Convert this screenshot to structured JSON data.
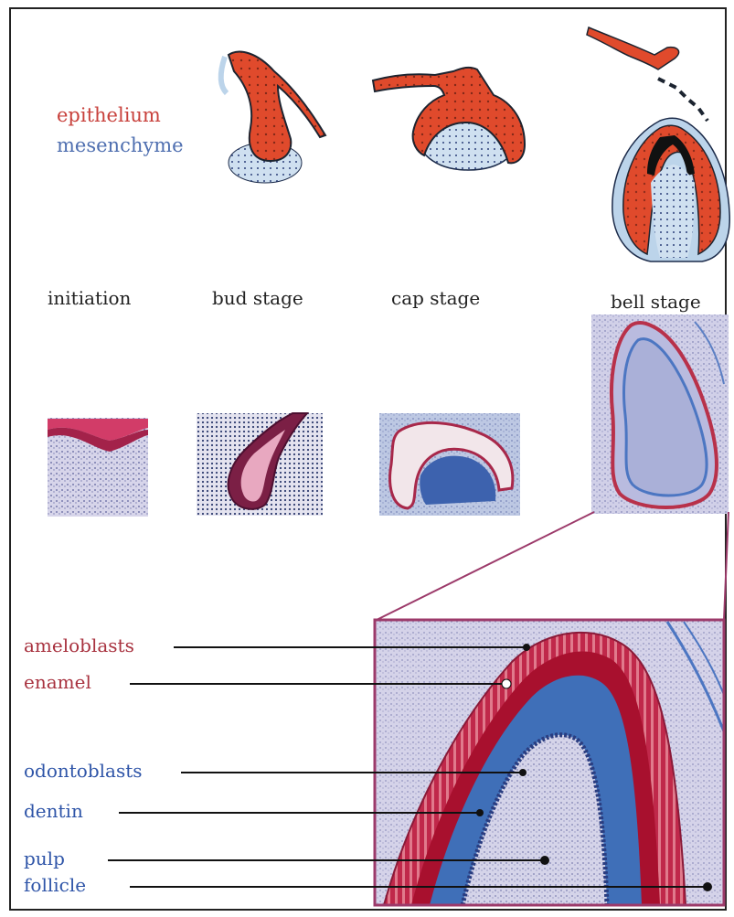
{
  "legend": {
    "epithelium": "epithelium",
    "mesenchyme": "mesenchyme",
    "epithelium_color": "#d9452f",
    "mesenchyme_color": "#4f6fb0"
  },
  "stages": {
    "initiation": "initiation",
    "bud": "bud stage",
    "cap": "cap stage",
    "bell": "bell stage"
  },
  "annotations": {
    "ameloblasts": "ameloblasts",
    "enamel": "enamel",
    "odontoblasts": "odontoblasts",
    "dentin": "dentin",
    "pulp": "pulp",
    "follicle": "follicle"
  },
  "colors": {
    "stain_pink": "#b8314a",
    "stain_blue": "#3f6fb8",
    "stain_lavender": "#c9c7e0",
    "zoom_box": "#9c3a6a"
  }
}
